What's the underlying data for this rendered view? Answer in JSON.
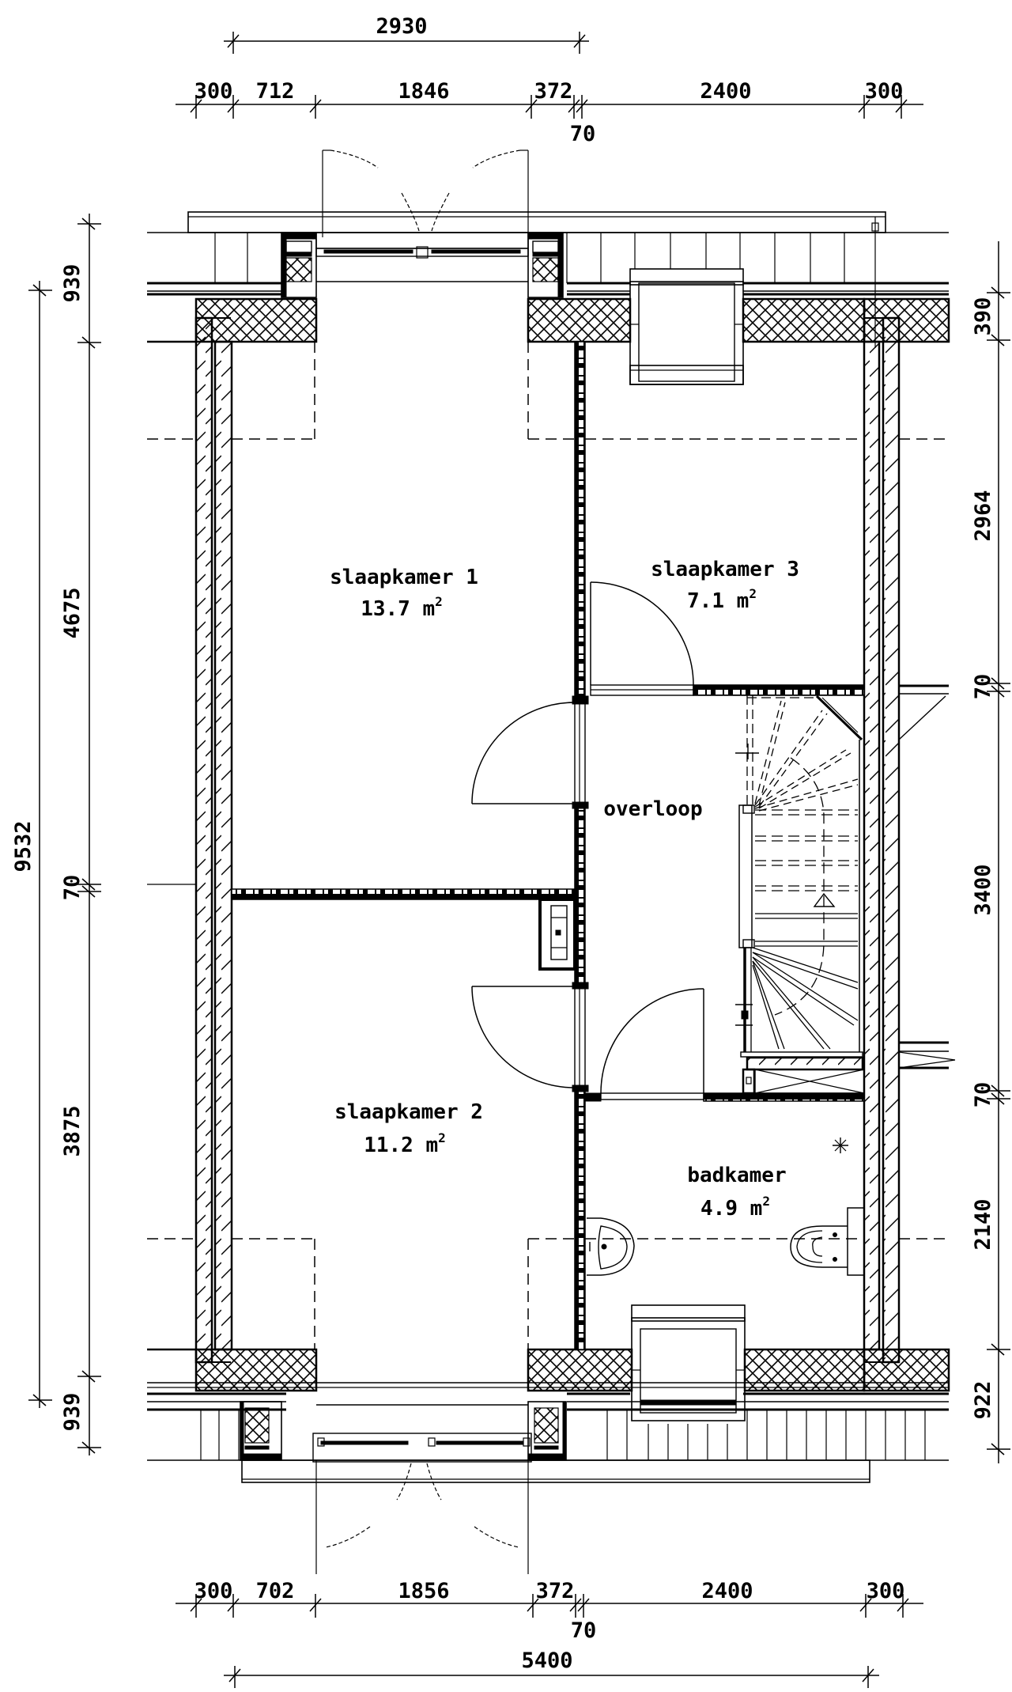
{
  "drawing": {
    "type": "floor-plan",
    "background": "#ffffff",
    "ink": "#000000"
  },
  "rooms": [
    {
      "name": "slaapkamer 1",
      "area": "13.7 m",
      "sup": "2"
    },
    {
      "name": "slaapkamer 3",
      "area": "7.1 m",
      "sup": "2"
    },
    {
      "name": "overloop"
    },
    {
      "name": "slaapkamer 2",
      "area": "11.2 m",
      "sup": "2"
    },
    {
      "name": "badkamer",
      "area": "4.9 m",
      "sup": "2"
    }
  ],
  "dimensions": {
    "top_overall": "2930",
    "top_row": [
      "300",
      "712",
      "1846",
      "372",
      "2400",
      "300"
    ],
    "top_small": "70",
    "bottom_row": [
      "300",
      "702",
      "1856",
      "372",
      "2400",
      "300"
    ],
    "bottom_small": "70",
    "bottom_overall": "5400",
    "left_overall": "9532",
    "left_row": [
      "939",
      "4675",
      "70",
      "3875",
      "939"
    ],
    "right_row": [
      "390",
      "2964",
      "70",
      "3400",
      "70",
      "2140",
      "922"
    ]
  }
}
